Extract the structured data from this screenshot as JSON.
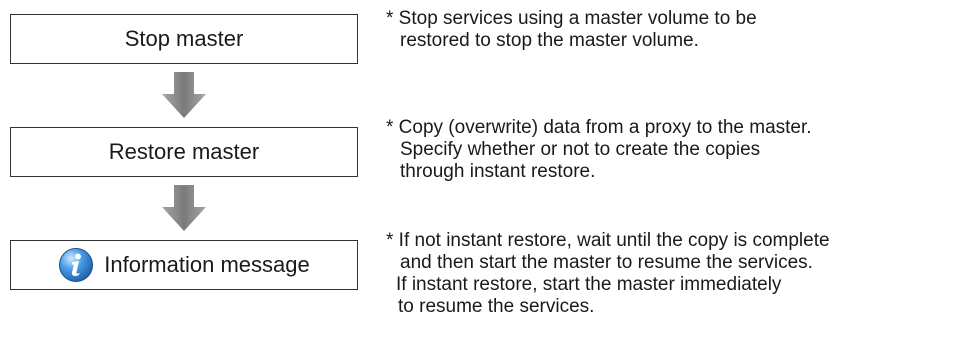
{
  "steps": [
    {
      "label": "Stop master"
    },
    {
      "label": "Restore master"
    },
    {
      "label": "Information message",
      "icon": "info-icon"
    }
  ],
  "notes": [
    {
      "lines": [
        "* Stop services using a master volume to be",
        "restored to stop the master volume."
      ]
    },
    {
      "lines": [
        "* Copy (overwrite) data from a proxy to the master.",
        "Specify whether or not to create the copies",
        "through instant restore."
      ]
    },
    {
      "lines": [
        "* If not instant restore, wait until the copy is complete",
        "and then start the master to resume the services.",
        "If instant restore, start the master immediately",
        "to resume the services."
      ]
    }
  ],
  "colors": {
    "arrow": "#8c8c8c",
    "box_border": "#333333",
    "info_icon": "#2f86d6"
  }
}
